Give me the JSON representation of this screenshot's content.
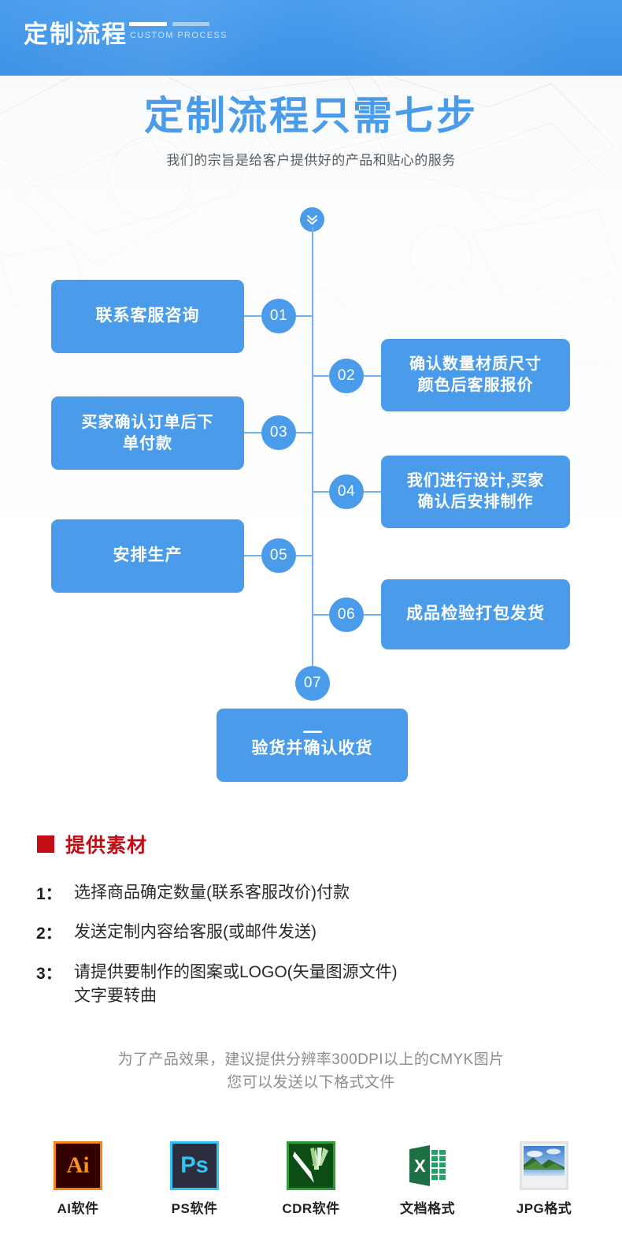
{
  "header": {
    "title_cn": "定制流程",
    "title_en": "CUSTOM PROCESS"
  },
  "hero": {
    "title": "定制流程只需七步",
    "subtitle": "我们的宗旨是给客户提供好的产品和贴心的服务",
    "scroll_icon": "double-chevron-down-icon"
  },
  "flow": {
    "accent_color": "#4a9cea",
    "line_color": "#6fb1ee",
    "steps": [
      {
        "number": "01",
        "label": "联系客服咨询",
        "side": "left"
      },
      {
        "number": "02",
        "label": "确认数量材质尺寸\n颜色后客服报价",
        "side": "right"
      },
      {
        "number": "03",
        "label": "买家确认订单后下\n单付款",
        "side": "left"
      },
      {
        "number": "04",
        "label": "我们进行设计,买家\n确认后安排制作",
        "side": "right"
      },
      {
        "number": "05",
        "label": "安排生产",
        "side": "left"
      },
      {
        "number": "06",
        "label": "成品检验打包发货",
        "side": "right"
      },
      {
        "number": "07",
        "label": "验货并确认收货",
        "side": "center"
      }
    ],
    "step1_label": "联系客服咨询",
    "step2_line1": "确认数量材质尺寸",
    "step2_line2": "颜色后客服报价",
    "step3_line1": "买家确认订单后下",
    "step3_line2": "单付款",
    "step4_line1": "我们进行设计,买家",
    "step4_line2": "确认后安排制作",
    "step5_label": "安排生产",
    "step6_label": "成品检验打包发货",
    "step7_label": "验货并确认收货",
    "n1": "01",
    "n2": "02",
    "n3": "03",
    "n4": "04",
    "n5": "05",
    "n6": "06",
    "n7": "07"
  },
  "materials": {
    "heading": "提供素材",
    "heading_color": "#c00d16",
    "items": [
      {
        "no": "1：",
        "text": "选择商品确定数量(联系客服改价)付款"
      },
      {
        "no": "2：",
        "text": "发送定制内容给客服(或邮件发送)"
      },
      {
        "no": "3：",
        "text": "请提供要制作的图案或LOGO(矢量图源文件)\n文字要转曲"
      }
    ],
    "item1_no": "1：",
    "item1_text": "选择商品确定数量(联系客服改价)付款",
    "item2_no": "2：",
    "item2_text": "发送定制内容给客服(或邮件发送)",
    "item3_no": "3：",
    "item3_line1": "请提供要制作的图案或LOGO(矢量图源文件)",
    "item3_line2": "文字要转曲",
    "note_line1": "为了产品效果，建议提供分辨率300DPI以上的CMYK图片",
    "note_line2": "您可以发送以下格式文件"
  },
  "software": [
    {
      "icon": "illustrator-icon",
      "glyph": "Ai",
      "label": "AI软件"
    },
    {
      "icon": "photoshop-icon",
      "glyph": "Ps",
      "label": "PS软件"
    },
    {
      "icon": "coreldraw-icon",
      "glyph": "",
      "label": "CDR软件"
    },
    {
      "icon": "excel-document-icon",
      "glyph": "X",
      "label": "文档格式"
    },
    {
      "icon": "jpg-image-icon",
      "glyph": "",
      "label": "JPG格式"
    }
  ]
}
